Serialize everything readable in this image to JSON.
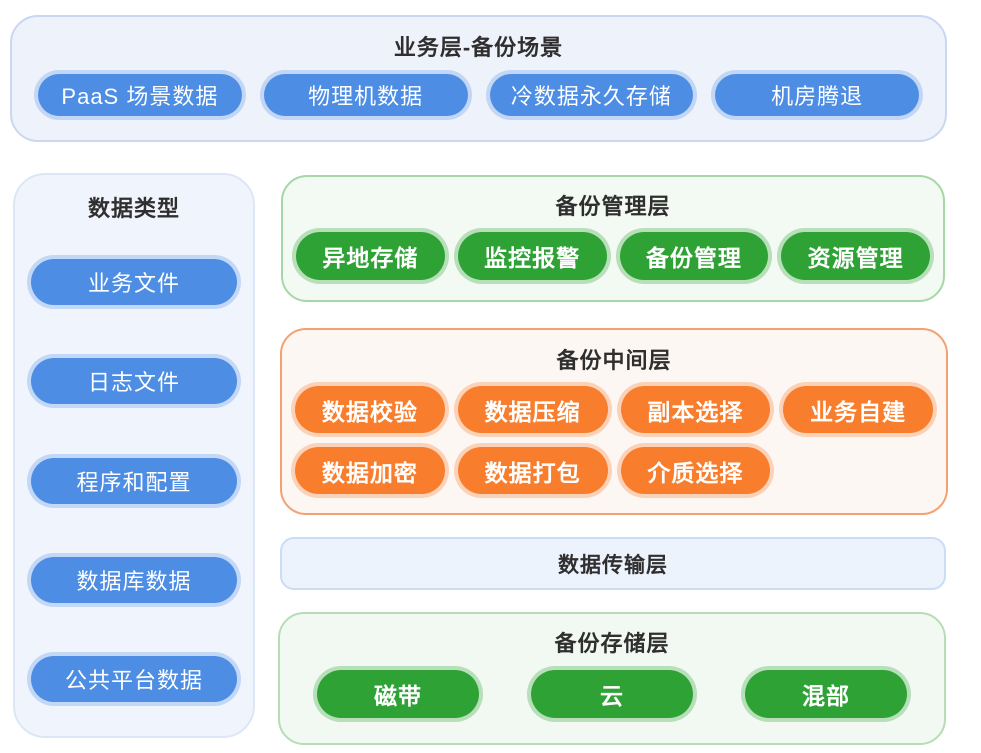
{
  "colors": {
    "blue": "#4d8de4",
    "blue_halo": "#5c96e84d",
    "green": "#2fa236",
    "green_halo": "#2fa2364d",
    "orange": "#f87e2d",
    "orange_halo": "#f87e2d4d",
    "business_bg": "#eef2fb",
    "business_border": "#c9d7f3",
    "sidebar_bg": "#f0f4fc",
    "sidebar_border": "#dde6f7",
    "management_bg": "#f3f9f3",
    "management_border": "#a6d7a6",
    "middle_bg": "#fdf7f3",
    "middle_border": "#f2a173",
    "transport_bg": "#edf3fc",
    "transport_border": "#cbdcf6",
    "storage_bg": "#f2f9f2",
    "storage_border": "#b6ddb6",
    "title_text": "#2f2f2f",
    "pill_text": "#ffffff"
  },
  "business_layer": {
    "title": "业务层-备份场景",
    "items": [
      "PaaS 场景数据",
      "物理机数据",
      "冷数据永久存储",
      "机房腾退"
    ]
  },
  "data_types": {
    "title": "数据类型",
    "items": [
      "业务文件",
      "日志文件",
      "程序和配置",
      "数据库数据",
      "公共平台数据"
    ]
  },
  "management_layer": {
    "title": "备份管理层",
    "items": [
      "异地存储",
      "监控报警",
      "备份管理",
      "资源管理"
    ]
  },
  "middle_layer": {
    "title": "备份中间层",
    "row1": [
      "数据校验",
      "数据压缩",
      "副本选择",
      "业务自建"
    ],
    "row2": [
      "数据加密",
      "数据打包",
      "介质选择"
    ]
  },
  "transport_layer": {
    "title": "数据传输层"
  },
  "storage_layer": {
    "title": "备份存储层",
    "items": [
      "磁带",
      "云",
      "混部"
    ]
  }
}
